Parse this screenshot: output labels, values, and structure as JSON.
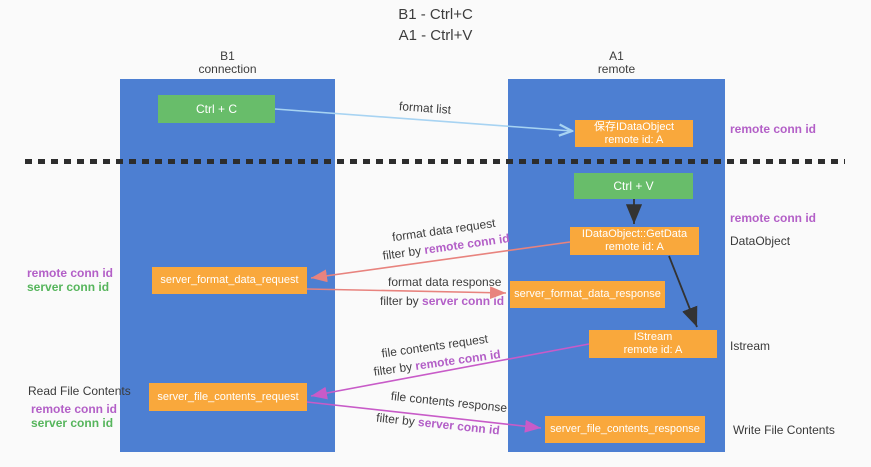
{
  "title": {
    "line1": "B1 - Ctrl+C",
    "line2": "A1 - Ctrl+V"
  },
  "lanes": {
    "b1": {
      "title": "B1",
      "subtitle": "connection"
    },
    "a1": {
      "title": "A1",
      "subtitle": "remote"
    }
  },
  "nodes": {
    "ctrl_c": "Ctrl + C",
    "ctrl_v": "Ctrl + V",
    "save_dataobject_line1": "保存IDataObject",
    "save_dataobject_line2": "remote id: A",
    "getdata_line1": "IDataObject::GetData",
    "getdata_line2": "remote id: A",
    "istream_line1": "IStream",
    "istream_line2": "remote id: A",
    "server_format_data_request": "server_format_data_request",
    "server_format_data_response": "server_format_data_response",
    "server_file_contents_request": "server_file_contents_request",
    "server_file_contents_response": "server_file_contents_response"
  },
  "edges": {
    "format_list": "format list",
    "format_data_request": "format data request",
    "format_data_response": "format data response",
    "file_contents_request": "file contents request",
    "file_contents_response": "file contents response",
    "filter_by": "filter by ",
    "remote_conn_id": "remote conn id",
    "server_conn_id": "server conn id"
  },
  "annotations": {
    "remote_conn_id_top": "remote conn id",
    "remote_conn_id_mid": "remote conn id",
    "dataobject": "DataObject",
    "istream": "Istream",
    "write_file_contents": "Write File Contents",
    "read_file_contents": "Read File Contents",
    "remote_conn_id_left1": "remote conn id",
    "server_conn_id_left1": "server conn id",
    "remote_conn_id_left2": "remote conn id",
    "server_conn_id_left2": "server conn id"
  },
  "colors": {
    "lane_blue": "#4d7fd2",
    "node_orange": "#f9a83c",
    "node_green": "#68bd6a",
    "arrow_salmon": "#e8837e",
    "arrow_magenta": "#c85bc8",
    "arrow_lightblue": "#a7d3f2",
    "text_purple": "#b35fc7",
    "text_green": "#56b55c"
  }
}
